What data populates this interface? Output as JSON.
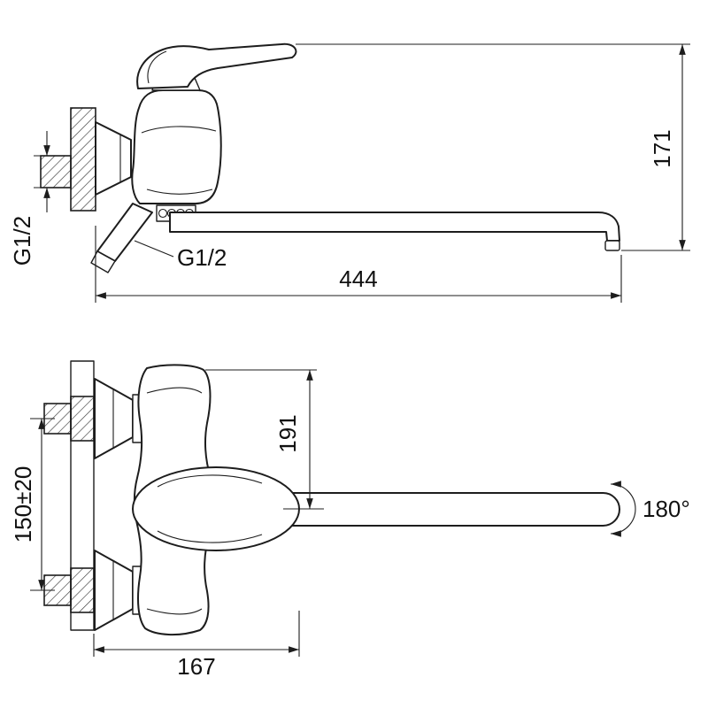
{
  "colors": {
    "line": "#1d1d1d",
    "background": "#ffffff"
  },
  "side_view": {
    "dim_height": "171",
    "dim_spout_length": "444",
    "thread_inlet": "G1/2",
    "thread_spout": "G1/2"
  },
  "front_view": {
    "dim_mount_spacing": "150±20",
    "dim_body_height": "191",
    "dim_body_width": "167",
    "swivel_angle": "180°"
  }
}
